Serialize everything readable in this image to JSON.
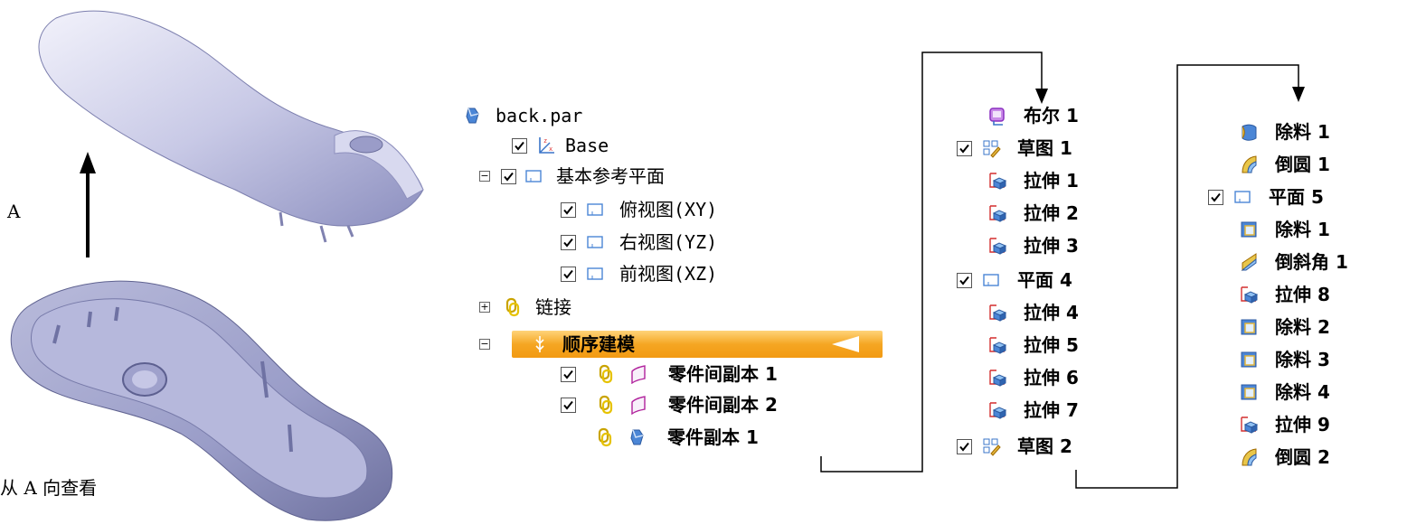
{
  "left": {
    "label_a": "A",
    "caption": "从 A 向查看"
  },
  "tree": {
    "root": "back.par",
    "base": "Base",
    "ref_planes": "基本参考平面",
    "plane_xy": "俯视图(XY)",
    "plane_yz": "右视图(YZ)",
    "plane_xz": "前视图(XZ)",
    "links": "链接",
    "sequential": "顺序建模",
    "copy1": "零件间副本 1",
    "copy2": "零件间副本 2",
    "copy3": "零件副本 1"
  },
  "list2": [
    "布尔 1",
    "草图 1",
    "拉伸 1",
    "拉伸 2",
    "拉伸 3",
    "平面 4",
    "拉伸 4",
    "拉伸 5",
    "拉伸 6",
    "拉伸 7",
    "草图 2"
  ],
  "list3": [
    "除料 1",
    "倒圆 1",
    "平面 5",
    "除料 1",
    "倒斜角 1",
    "拉伸 8",
    "除料 2",
    "除料 3",
    "除料 4",
    "拉伸 9",
    "倒圆 2"
  ],
  "icons": {
    "part": "part-icon",
    "coord": "coordinate-system-icon",
    "plane": "plane-icon",
    "link": "link-icon",
    "sketch": "sketch-icon",
    "extrude": "extrude-icon",
    "boolean": "boolean-icon",
    "round": "round-icon",
    "cutout": "cutout-icon",
    "cutout_rev": "revolved-cutout-icon"
  },
  "colors": {
    "accent": "#f5a623",
    "tree_icon": "#3a74c8",
    "checkbox_border": "#555555"
  }
}
